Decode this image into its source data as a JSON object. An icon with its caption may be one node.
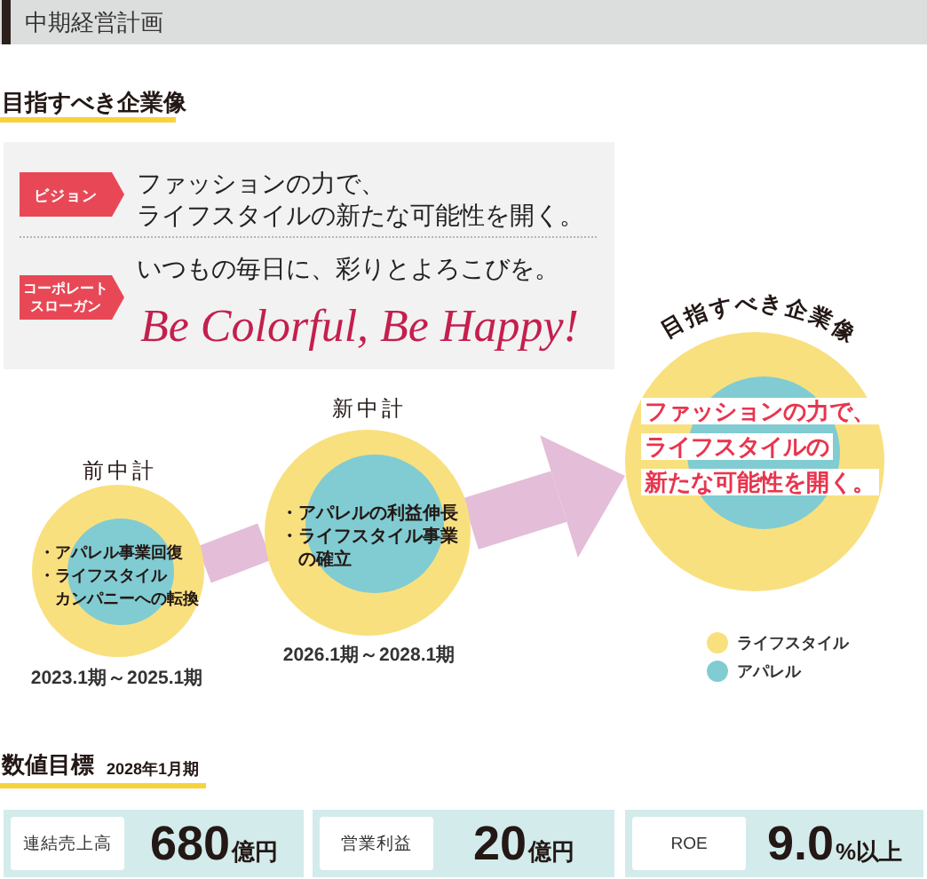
{
  "diagram": {
    "title": "中期経営計画",
    "nodes": [
      {
        "text": [
          "ファッションの力で、ライフスタイルの新たな可能性を開く。",
          "いつもの毎日に、彩りとよろこびを。",
          "Be Colorful, Be Happy!"
        ]
      },
      {
        "text": [
          "ビジョン"
        ],
        "in": 0
      },
      {
        "text": [
          "コーポレートスローガン"
        ],
        "in": 0
      },
      {
        "text": [
          "前中計"
        ],
        "beside": [
          "2023.1期～2025.1期"
        ]
      },
      {
        "text": [
          "・アパレル事業回復",
          "・ライフスタイルカンパニーへの転換"
        ],
        "in": 3
      },
      {
        "text": [
          "新中計"
        ],
        "beside": [
          "2026.1期～2028.1期"
        ]
      },
      {
        "text": [
          "・アパレルの利益伸長",
          "・ライフスタイル事業の確立"
        ],
        "in": 5
      },
      {
        "text": [
          "目指すべき企業像"
        ]
      },
      {
        "text": [
          "ファッションの力で、ライフスタイルの新たな可能性を開く。"
        ],
        "in": 7
      },
      {
        "text": [
          "680",
          "億円"
        ]
      },
      {
        "text": [
          "連結売上高"
        ],
        "in": 9
      },
      {
        "text": [
          "20",
          "億円"
        ]
      },
      {
        "text": [
          "営業利益"
        ],
        "in": 11
      },
      {
        "text": [
          "9.0",
          "%以上"
        ]
      },
      {
        "text": [
          "ROE"
        ],
        "in": 13
      }
    ],
    "edges": [
      {
        "from": 3,
        "to": 5,
        "arrow": "none"
      },
      {
        "from": 5,
        "to": 7,
        "arrow": "to"
      }
    ],
    "labels": [
      "目指すべき企業像",
      "数値目標",
      "2028年1月期"
    ],
    "legend": [
      {
        "text": "ライフスタイル",
        "color": "#f9e07f"
      },
      {
        "text": "アパレル",
        "color": "#80ccd2"
      }
    ]
  }
}
